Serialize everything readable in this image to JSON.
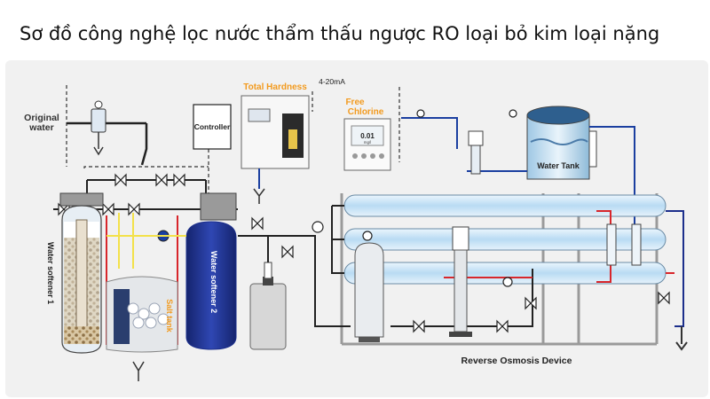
{
  "title": "Sơ đồ công nghệ lọc nước thẩm thấu ngược RO loại bỏ kim loại nặng",
  "labels": {
    "original_water": [
      "Original",
      "water"
    ],
    "controller": "Controller",
    "total_hardness": "Total Hardness",
    "signal": "4-20mA",
    "free_chlorine": [
      "Free",
      "Chlorine"
    ],
    "water_tank": "Water Tank",
    "softener_1": "Water softener 1",
    "softener_2": "Water softener 2",
    "salt_tank": "Salt tank",
    "ro_device": "Reverse Osmosis Device",
    "analyzer_reading": "0.01",
    "analyzer_unit": "mg/l"
  },
  "colors": {
    "accent_orange": "#f29a1e",
    "softener_navy": "#1c2f8c",
    "membrane_blue": "#c9e3f6",
    "pipe_red": "#d8262b",
    "pipe_yellow": "#f3e14a",
    "pipe_blue": "#1b3fa0",
    "pipe_black": "#222222",
    "cabinet_gray": "#d7d7d7"
  }
}
